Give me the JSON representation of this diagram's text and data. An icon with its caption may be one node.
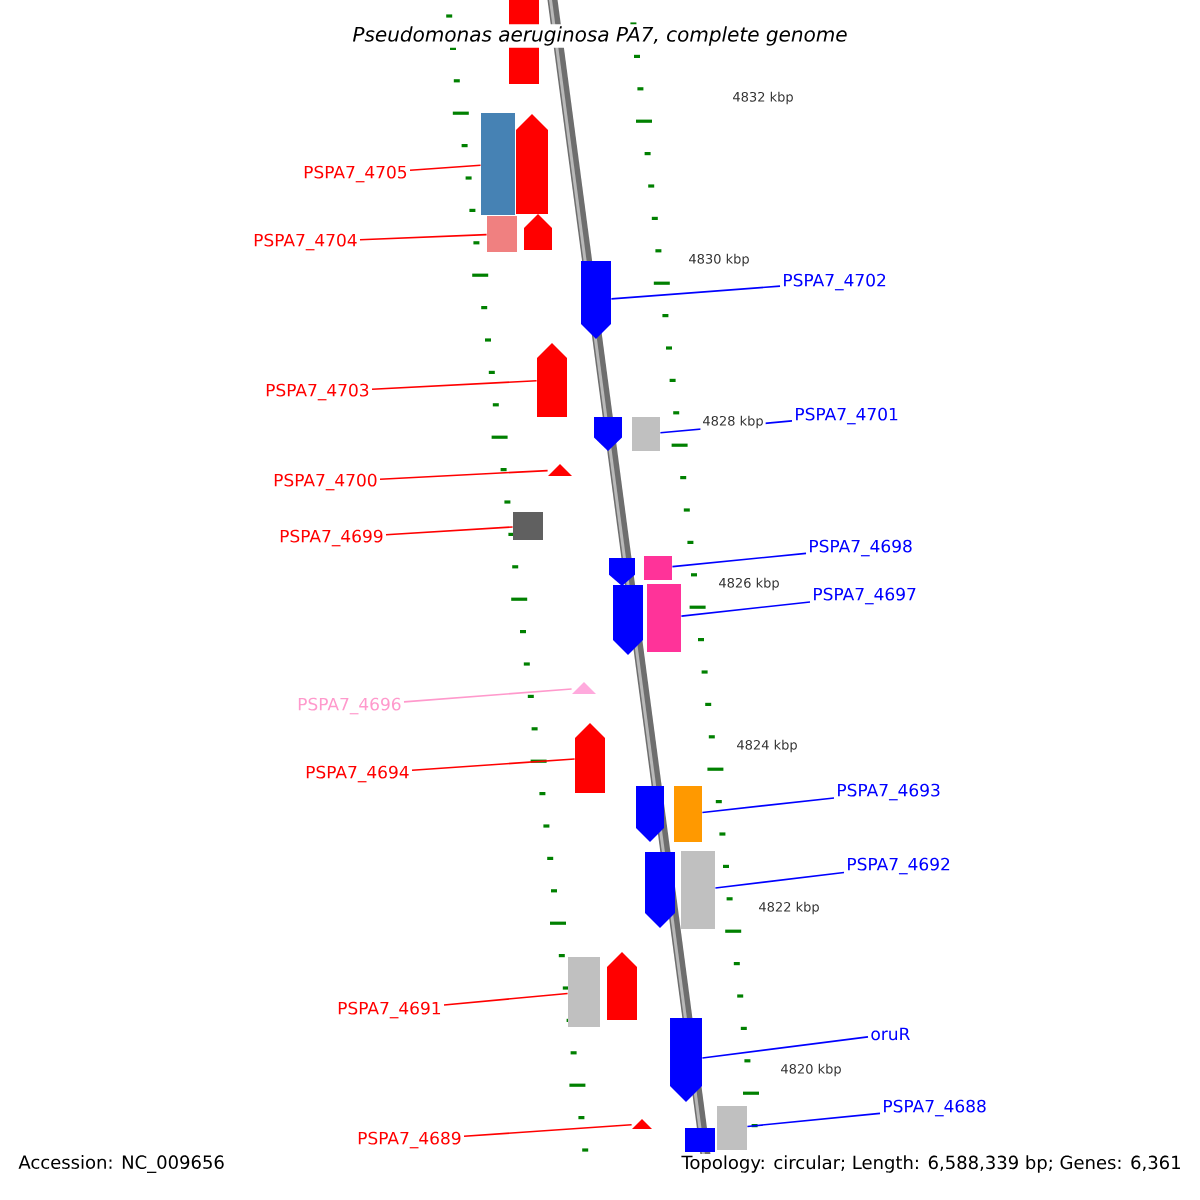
{
  "diagram": {
    "title": "Pseudomonas aeruginosa PA7, complete genome",
    "nodes": [
      {
        "text": [
          "PSPA7_4705"
        ]
      },
      {
        "text": [],
        "shape": "box"
      },
      {
        "text": [
          "PSPA7_4704"
        ]
      },
      {
        "text": [],
        "shape": "box"
      },
      {
        "text": [
          "PSPA7_4702"
        ]
      },
      {
        "text": [],
        "shape": "arrow"
      },
      {
        "text": [
          "PSPA7_4703"
        ]
      },
      {
        "text": [],
        "shape": "arrow"
      },
      {
        "text": [
          "PSPA7_4701"
        ]
      },
      {
        "text": [],
        "shape": "box"
      },
      {
        "text": [
          "PSPA7_4700"
        ]
      },
      {
        "text": [],
        "shape": "triangle"
      },
      {
        "text": [
          "PSPA7_4699"
        ]
      },
      {
        "text": [],
        "shape": "box"
      },
      {
        "text": [
          "PSPA7_4698"
        ]
      },
      {
        "text": [],
        "shape": "box"
      },
      {
        "text": [
          "PSPA7_4697"
        ]
      },
      {
        "text": [],
        "shape": "box"
      },
      {
        "text": [
          "PSPA7_4696"
        ]
      },
      {
        "text": [],
        "shape": "triangle"
      },
      {
        "text": [
          "PSPA7_4694"
        ]
      },
      {
        "text": [],
        "shape": "arrow"
      },
      {
        "text": [
          "PSPA7_4693"
        ]
      },
      {
        "text": [],
        "shape": "box"
      },
      {
        "text": [
          "PSPA7_4692"
        ]
      },
      {
        "text": [],
        "shape": "box"
      },
      {
        "text": [
          "PSPA7_4691"
        ]
      },
      {
        "text": [],
        "shape": "box"
      },
      {
        "text": [
          "oruR"
        ]
      },
      {
        "text": [],
        "shape": "arrow"
      },
      {
        "text": [
          "PSPA7_4688"
        ]
      },
      {
        "text": [],
        "shape": "box"
      },
      {
        "text": [
          "PSPA7_4689"
        ]
      },
      {
        "text": [],
        "shape": "triangle"
      },
      {
        "text": [],
        "shape": "box"
      },
      {
        "text": [],
        "shape": "arrow"
      },
      {
        "text": [],
        "shape": "arrow"
      },
      {
        "text": [],
        "shape": "arrow"
      },
      {
        "text": [],
        "shape": "arrow"
      },
      {
        "text": [],
        "shape": "arrow"
      },
      {
        "text": [],
        "shape": "arrow"
      },
      {
        "text": [],
        "shape": "arrow"
      },
      {
        "text": [],
        "shape": "arrow"
      },
      {
        "text": [],
        "shape": "box"
      }
    ],
    "edges": [
      {
        "from": 0,
        "to": 1,
        "arrow": "none"
      },
      {
        "from": 2,
        "to": 3,
        "arrow": "none"
      },
      {
        "from": 4,
        "to": 5,
        "arrow": "none",
        "color": "#0000ff"
      },
      {
        "from": 6,
        "to": 7,
        "arrow": "none"
      },
      {
        "from": 8,
        "to": 9,
        "arrow": "none",
        "color": "#0000ff"
      },
      {
        "from": 10,
        "to": 11,
        "arrow": "none"
      },
      {
        "from": 12,
        "to": 13,
        "arrow": "none"
      },
      {
        "from": 14,
        "to": 15,
        "arrow": "none",
        "color": "#0000ff"
      },
      {
        "from": 16,
        "to": 17,
        "arrow": "none",
        "color": "#0000ff"
      },
      {
        "from": 18,
        "to": 19,
        "arrow": "none",
        "color": "#ff99cc"
      },
      {
        "from": 20,
        "to": 21,
        "arrow": "none"
      },
      {
        "from": 22,
        "to": 23,
        "arrow": "none",
        "color": "#0000ff"
      },
      {
        "from": 24,
        "to": 25,
        "arrow": "none",
        "color": "#0000ff"
      },
      {
        "from": 26,
        "to": 27,
        "arrow": "none"
      },
      {
        "from": 28,
        "to": 29,
        "arrow": "none",
        "color": "#0000ff"
      },
      {
        "from": 30,
        "to": 31,
        "arrow": "none",
        "color": "#0000ff"
      },
      {
        "from": 32,
        "to": 33,
        "arrow": "none"
      }
    ],
    "labels": [
      "4832 kbp",
      "4830 kbp",
      "4828 kbp",
      "4826 kbp",
      "4824 kbp",
      "4822 kbp",
      "4820 kbp",
      "Accession: NC_009656",
      "Topology: circular; Length: 6,588,339 bp; Genes: 6,361"
    ]
  }
}
